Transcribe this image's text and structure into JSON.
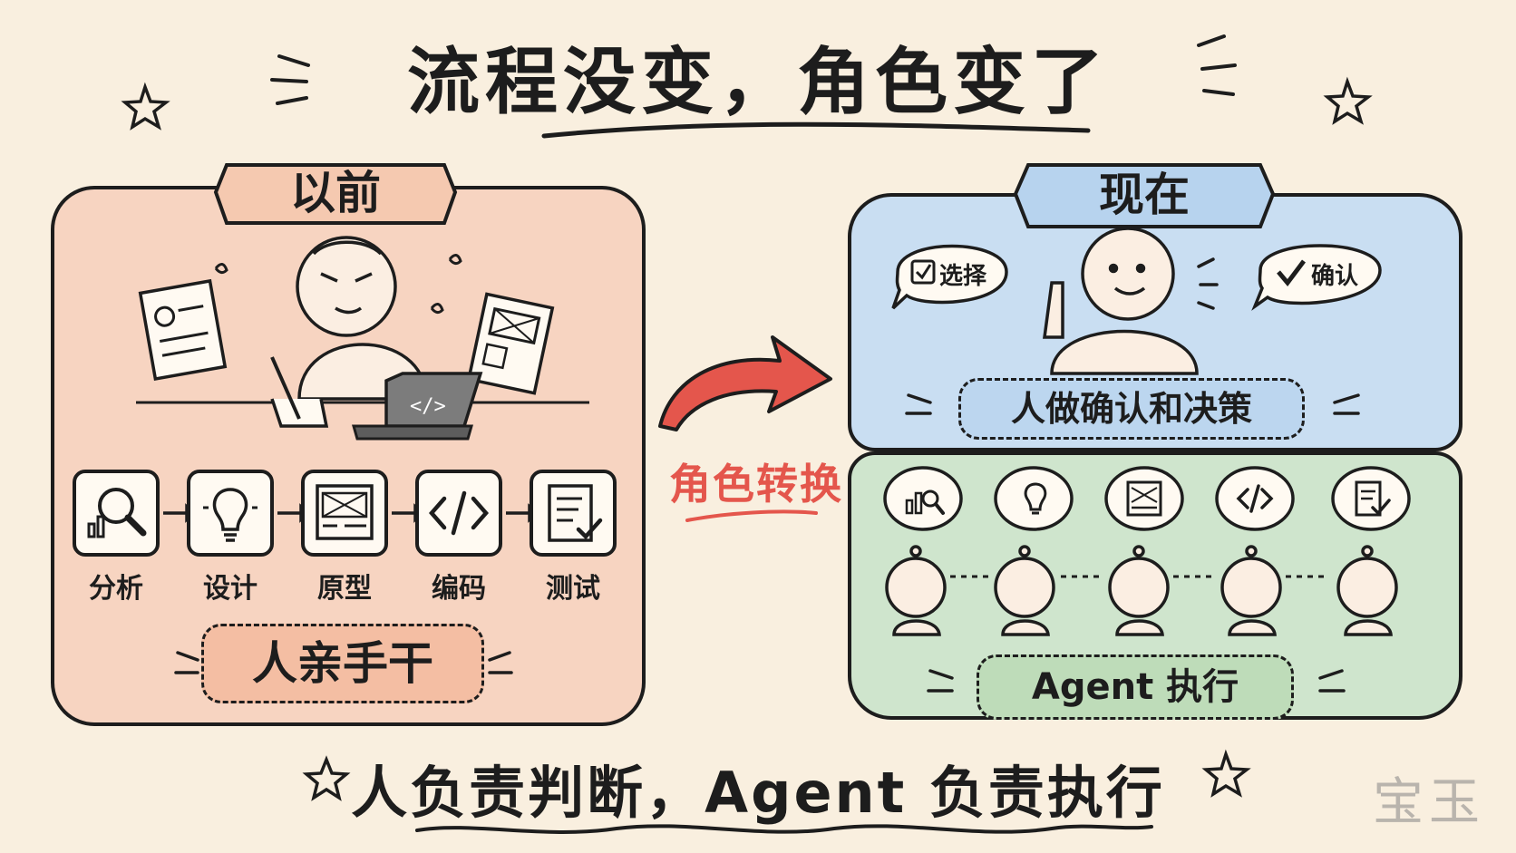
{
  "title": "流程没变，角色变了",
  "before": {
    "tag": "以前",
    "steps": [
      {
        "label": "分析",
        "icon": "magnifier-chart-icon"
      },
      {
        "label": "设计",
        "icon": "lightbulb-icon"
      },
      {
        "label": "原型",
        "icon": "wireframe-icon"
      },
      {
        "label": "编码",
        "icon": "code-icon"
      },
      {
        "label": "测试",
        "icon": "checklist-icon"
      }
    ],
    "summary": "人亲手干"
  },
  "transition": {
    "label": "角色转换"
  },
  "now": {
    "tag": "现在",
    "bubble_left": "选择",
    "bubble_right": "确认",
    "summary": "人做确认和决策"
  },
  "agents": {
    "icons": [
      "chart-icon",
      "lightbulb-icon",
      "wireframe-icon",
      "code-icon",
      "checklist-icon"
    ],
    "summary": "Agent 执行"
  },
  "bottom": "人负责判断，Agent 负责执行",
  "watermark": "宝玉",
  "colors": {
    "background": "#f9efdf",
    "before_panel": "#f7d4c1",
    "now_panel": "#c9def2",
    "agent_panel": "#cfe5cd",
    "arrow": "#e4564c"
  }
}
